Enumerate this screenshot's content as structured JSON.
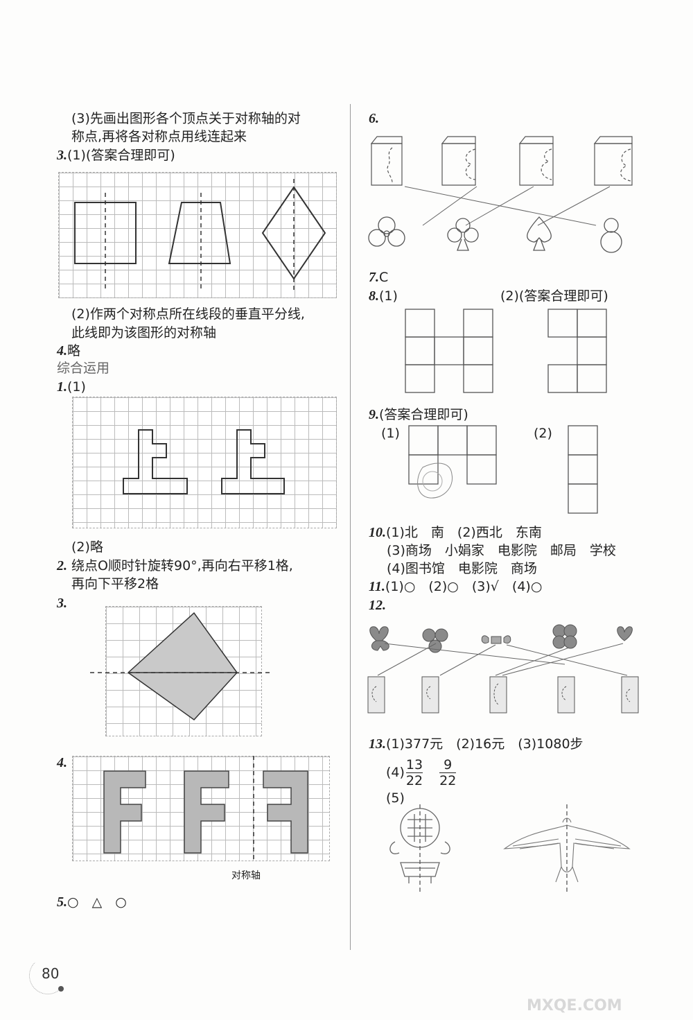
{
  "left": {
    "q2_3_line1": "(3)先画出图形各个顶点关于对称轴的对",
    "q2_3_line2": "称点,再将各对称点用线连起来",
    "q3_label": "3.",
    "q3_text": "(1)(答案合理即可)",
    "q3_2_line1": "(2)作两个对称点所在线段的垂直平分线,",
    "q3_2_line2": "此线即为该图形的对称轴",
    "q4_label": "4.",
    "q4_text": "略",
    "section_title": "综合运用",
    "c1_label": "1.",
    "c1_text": "(1)",
    "c1_2": "(2)略",
    "c2_label": "2.",
    "c2_line1": "绕点O顺时针旋转90°,再向右平移1格,",
    "c2_line2": "再向下平移2格",
    "c3_label": "3.",
    "c4_label": "4.",
    "axis_label": "对称轴",
    "c5_label": "5.",
    "c5_text": "○　△　○"
  },
  "right": {
    "q6_label": "6.",
    "q7_label": "7.",
    "q7_text": "C",
    "q8_label": "8.",
    "q8_1": "(1)",
    "q8_2": "(2)(答案合理即可)",
    "q9_label": "9.",
    "q9_text": "(答案合理即可)",
    "q9_1": "(1)",
    "q9_2": "(2)",
    "q10_label": "10.",
    "q10_line1": "(1)北　南　(2)西北　东南",
    "q10_line2": "(3)商场　小娟家　电影院　邮局　学校",
    "q10_line3": "(4)图书馆　电影院　商场",
    "q11_label": "11.",
    "q11_text": "(1)○　(2)○　(3)√　(4)○",
    "q12_label": "12.",
    "q13_label": "13.",
    "q13_line1": "(1)377元　(2)16元　(3)1080步",
    "q13_4": "(4)",
    "frac1_num": "13",
    "frac1_den": "22",
    "frac2_num": "9",
    "frac2_den": "22",
    "q13_5": "(5)"
  },
  "page_number": "80",
  "watermark_text": "MXQE.COM"
}
